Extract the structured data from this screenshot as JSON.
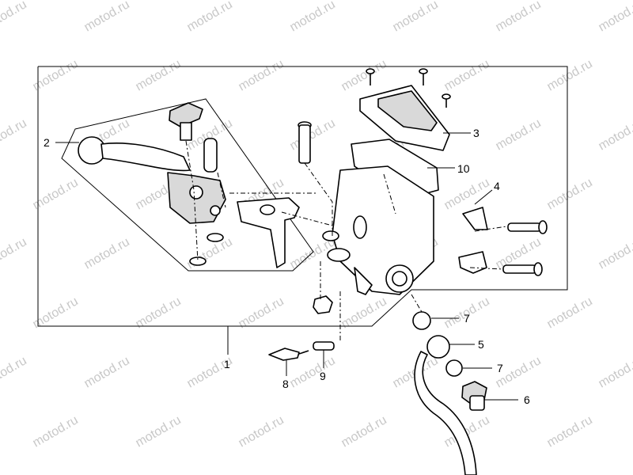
{
  "watermark": {
    "text": "motod.ru"
  },
  "callouts": [
    {
      "id": "1",
      "label": "1"
    },
    {
      "id": "2",
      "label": "2"
    },
    {
      "id": "3",
      "label": "3"
    },
    {
      "id": "4",
      "label": "4"
    },
    {
      "id": "5",
      "label": "5"
    },
    {
      "id": "6",
      "label": "6"
    },
    {
      "id": "7a",
      "label": "7"
    },
    {
      "id": "7b",
      "label": "7"
    },
    {
      "id": "8",
      "label": "8"
    },
    {
      "id": "9",
      "label": "9"
    },
    {
      "id": "10",
      "label": "10"
    }
  ]
}
